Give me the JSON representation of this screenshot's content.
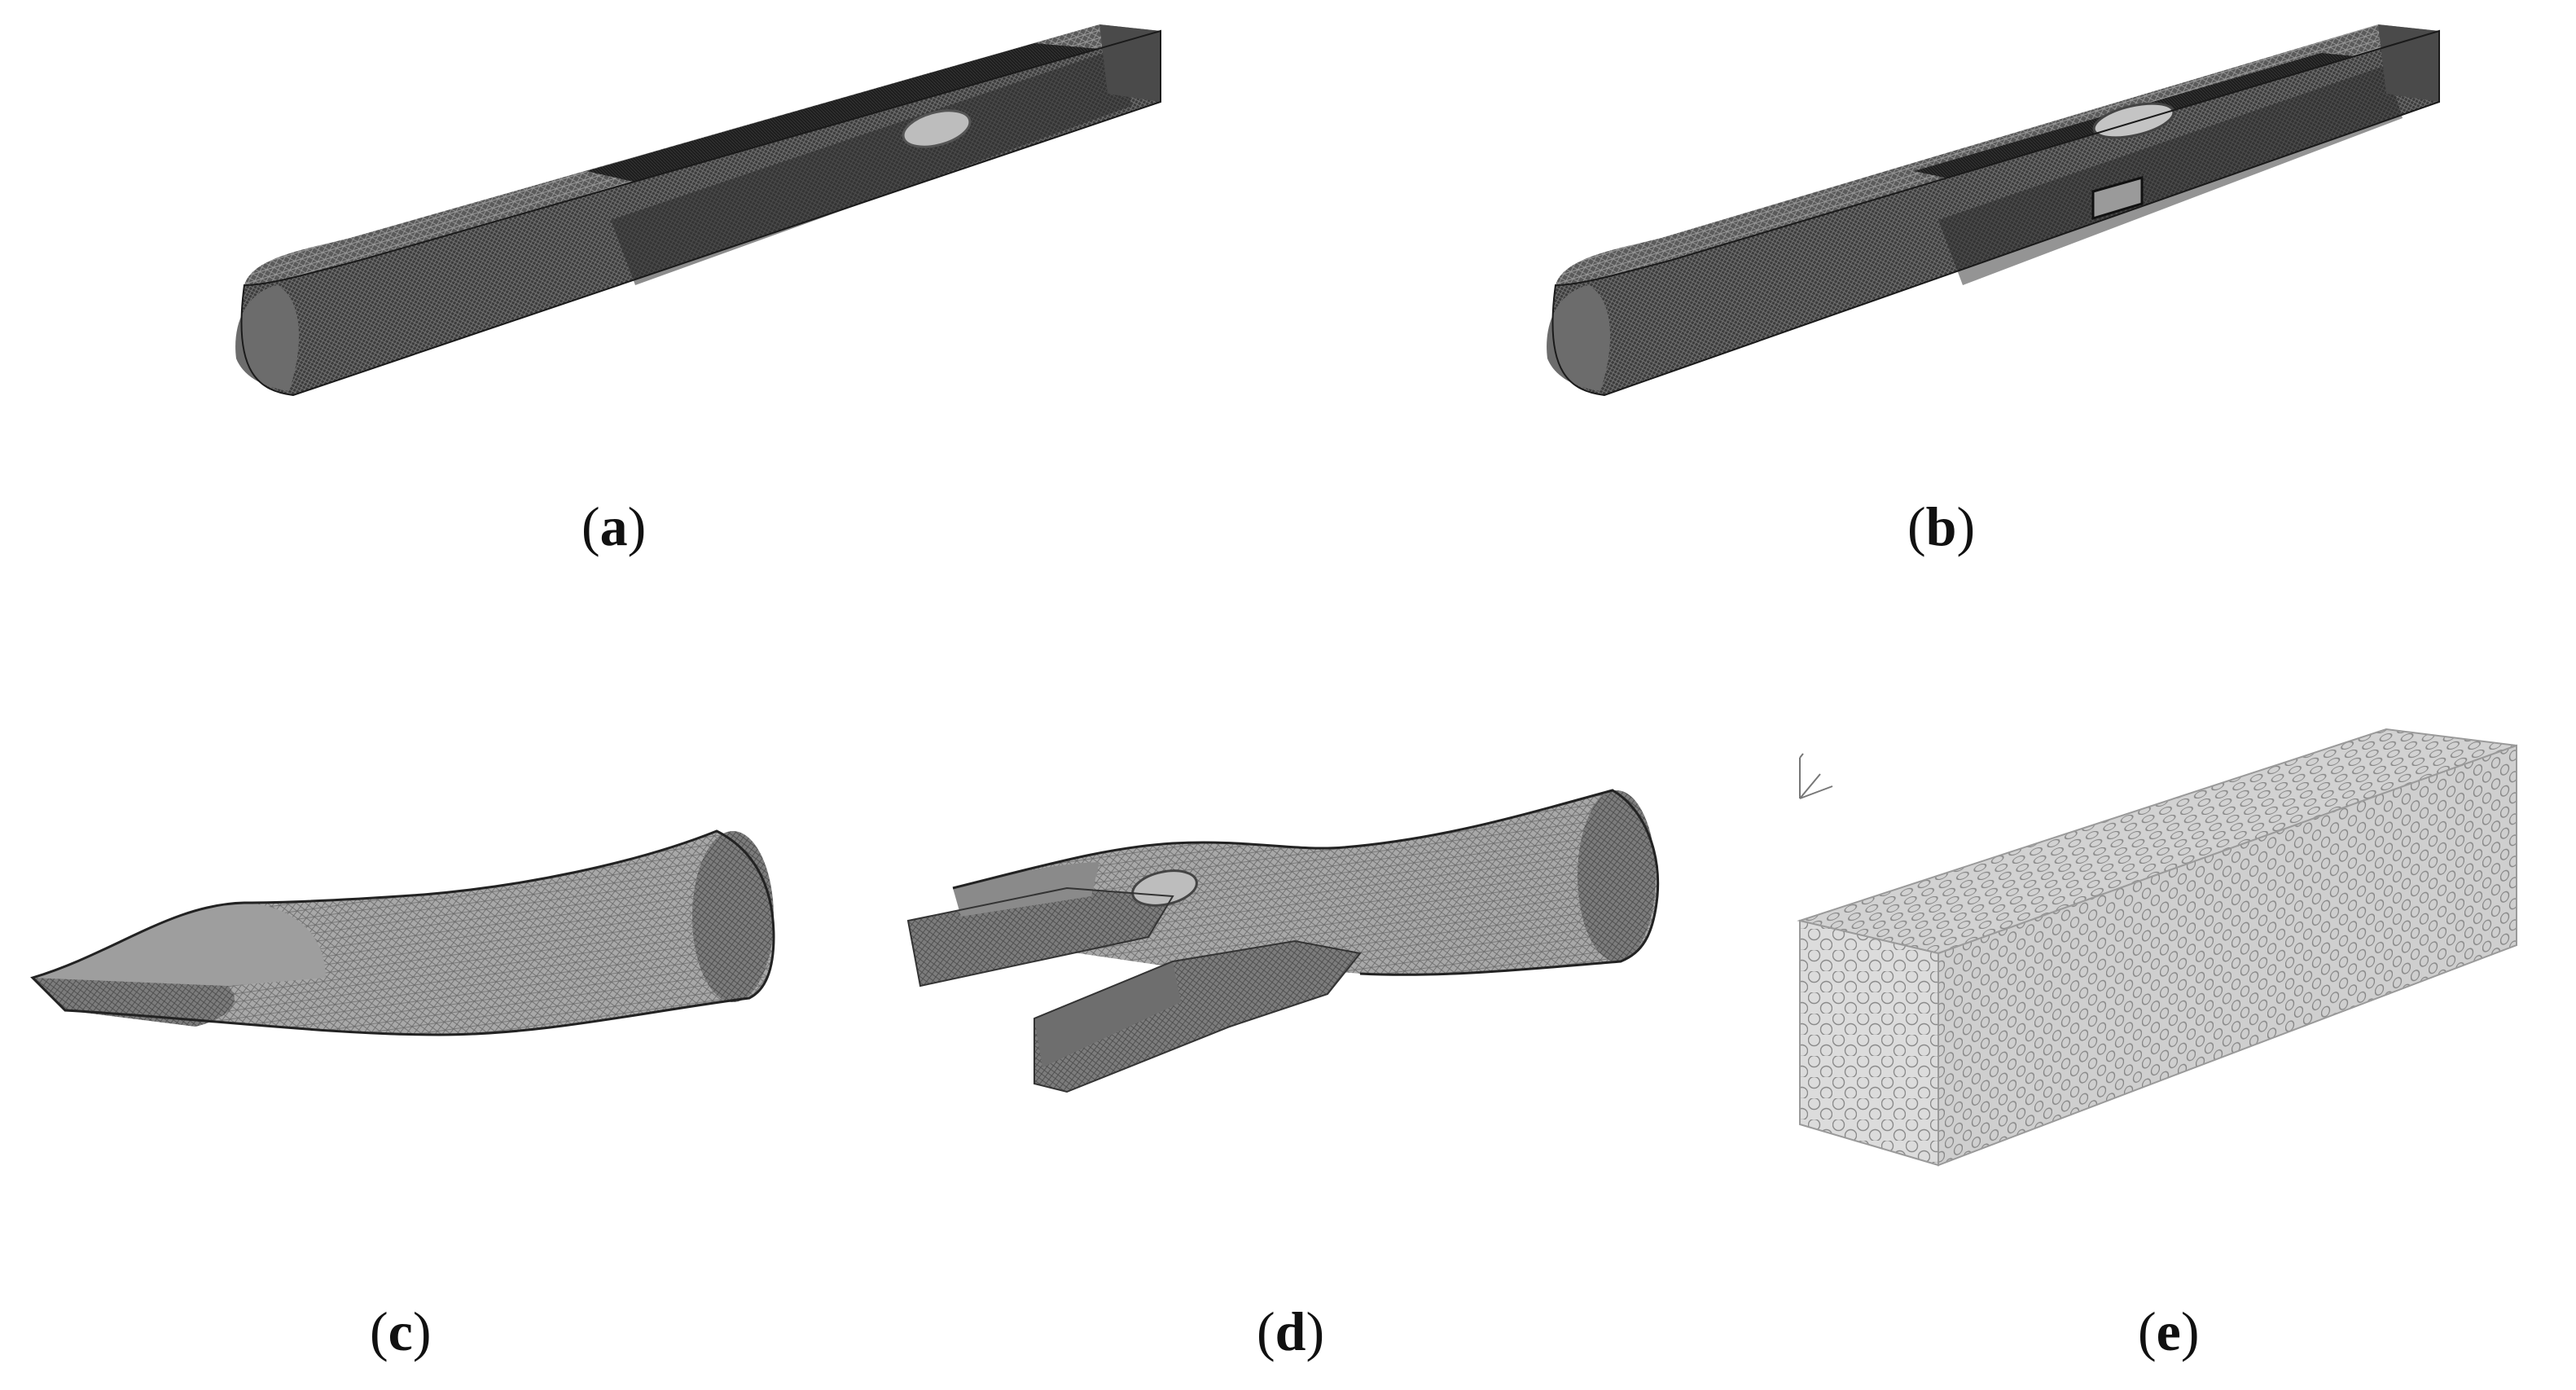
{
  "figure": {
    "panels": [
      {
        "id": "a",
        "label": "a"
      },
      {
        "id": "b",
        "label": "b"
      },
      {
        "id": "c",
        "label": "c"
      },
      {
        "id": "d",
        "label": "d"
      },
      {
        "id": "e",
        "label": "e"
      }
    ],
    "colors": {
      "dark_mesh": "#3a3a3a",
      "mid_mesh": "#5c5c5c",
      "light_mesh": "#9a9a9a",
      "cell_face": "#d9d9d9",
      "outline": "#222222"
    }
  }
}
